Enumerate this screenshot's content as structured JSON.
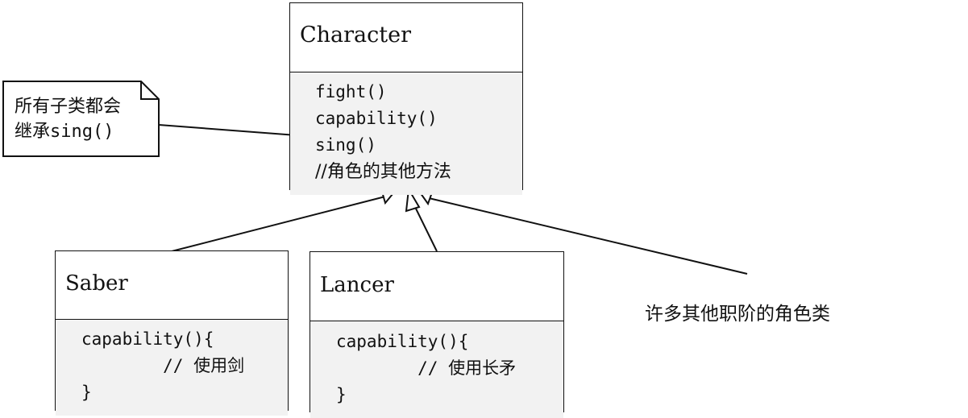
{
  "colors": {
    "line": "#111111",
    "box_fill": "#ffffff",
    "compartment_fill": "#f2f2f2"
  },
  "note": {
    "lines": [
      "所有子类都会",
      "继承sing()"
    ]
  },
  "character": {
    "name": "Character",
    "methods": [
      "fight()",
      "capability()",
      "sing()",
      "//角色的其他方法"
    ]
  },
  "saber": {
    "name": "Saber",
    "methods": [
      "capability(){",
      "        // 使用剑",
      "}"
    ]
  },
  "lancer": {
    "name": "Lancer",
    "methods": [
      "capability(){",
      "        // 使用长矛",
      "}"
    ]
  },
  "others_label": "许多其他职阶的角色类"
}
